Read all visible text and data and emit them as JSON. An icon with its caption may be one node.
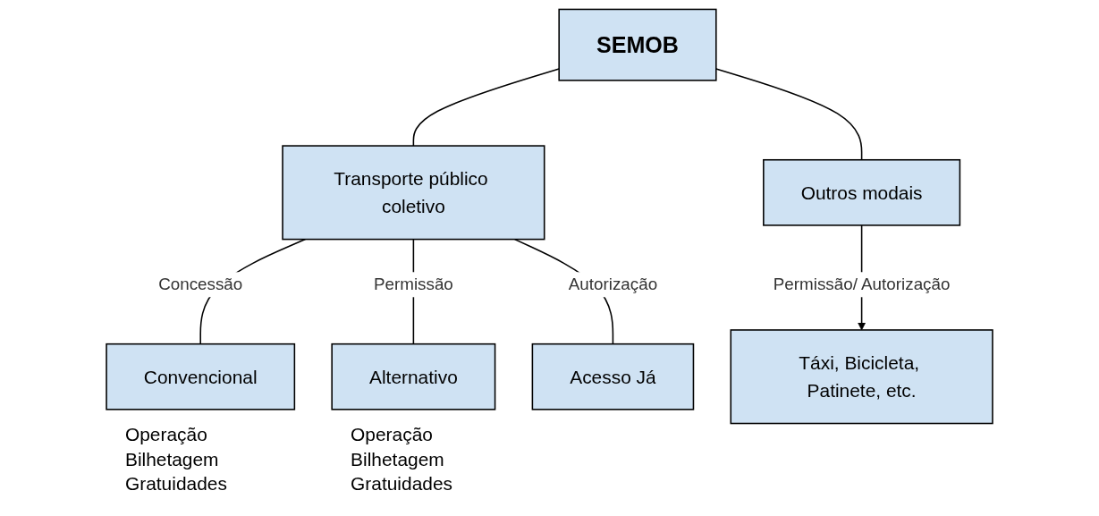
{
  "diagram": {
    "nodes": [
      {
        "text": [
          "SEMOB"
        ]
      },
      {
        "text": [
          "Transporte público coletivo"
        ]
      },
      {
        "text": [
          "Outros modais"
        ]
      },
      {
        "text": [
          "Convencional"
        ],
        "beside": [
          "Operação Bilhetagem Gratuidades"
        ]
      },
      {
        "text": [
          "Alternativo"
        ],
        "beside": [
          "Operação Bilhetagem Gratuidades"
        ]
      },
      {
        "text": [
          "Acesso Já"
        ]
      },
      {
        "text": [
          "Táxi, Bicicleta, Patinete, etc."
        ]
      }
    ],
    "edges": [
      {
        "from": 0,
        "to": 1,
        "arrow": "none"
      },
      {
        "from": 0,
        "to": 2,
        "arrow": "none"
      },
      {
        "from": 1,
        "to": 3,
        "arrow": "none",
        "label": "Concessão"
      },
      {
        "from": 1,
        "to": 4,
        "arrow": "none",
        "label": "Permissão"
      },
      {
        "from": 1,
        "to": 5,
        "arrow": "none",
        "label": "Autorização"
      },
      {
        "from": 2,
        "to": 6,
        "arrow": "to",
        "label": "Permissão/ Autorização"
      }
    ]
  }
}
